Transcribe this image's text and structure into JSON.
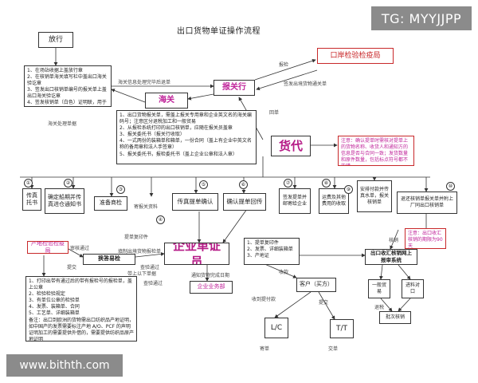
{
  "title": "出口货物单证操作流程",
  "watermarks": {
    "top": "TG: MYYJJPP",
    "bottom": "www.bithth.com"
  },
  "nodes": {
    "fangxing": "放行",
    "port_inspection": "口岸检验检疫局",
    "customs_broker": "报关行",
    "customs": "海关",
    "forwarder": "货代",
    "enterprise_docs": "企业单证员",
    "origin_inspection": "产地检验检疫局",
    "replace_form": "换答易检",
    "customer": "客户（买方）",
    "lc": "L/C",
    "tt": "T/T",
    "online_system": "出口收汇核销网上报审系统",
    "verify": "批次核销",
    "general_trade": "一般贸易",
    "processing_trade": "进料对口",
    "enterprise_dept": "企业业务部"
  },
  "notes": {
    "release_steps": "1、在场站收据上盖放行章\n2、在核销单海关填写栏中盖出口海关验讫章\n3、签发出口核销单编号的报关单上盖出口海关验讫章\n4、签发核销单（白色）证明联，用于出口退税（黄色）证明联用于出口核销（白色）",
    "forwarder_steps": "1、出口货物报关单，需盖上报关专用章和企业英文名的海关编码号；注意区分退税加工和一般贸易\n2、从报检系统打印的出口核销单，应随在报关员盖章\n3、报关委托书（报关行收取）\n4、一式两份的装箱单和箱单，一份合同（盖上有企业中英文名称的备用章和法人手签章）\n5、报关委托书，报检委托书（盖上企业公章和法人章）",
    "forwarder_note": "注意：确认提单时需核对提单上的货物名称、收货人和通知方的信息是否与合同一致；发货数量和原件数量，包括标点符号都不能错",
    "enterprise_items": "1、提单复印件\n2、发票、详细装箱单\n3、产地证",
    "origin_note": "1、打印出带有通过后的带有报检号的报检单，盖上公章\n2、检验检验规定\n3、有单位公章的检验单\n4、发票、装箱单、合同\n5、工艺单、详细装箱单\n备注：出口到欧洲的货物需出口纺织品产地证明，如中国产的发票需要标注产地 A/O、PCF 的声明\n证明加工的需要提供外借的，需要提供纺织品原产地证明",
    "online_note": "注意：出口收汇核销的期限为90天"
  },
  "row_boxes": [
    {
      "num": "①",
      "text": "传真托书"
    },
    {
      "num": "②",
      "text": "确定船期并传真进仓通知书"
    },
    {
      "num": "③",
      "text": "准备商检"
    },
    {
      "num": "④",
      "text": "寄报关资料"
    },
    {
      "num": "⑤",
      "text": "传真提单确认"
    },
    {
      "num": "⑥",
      "text": "确认提单回传"
    },
    {
      "num": "⑦",
      "text": "签发提单并邮寄给企业"
    },
    {
      "num": "⑧",
      "text": "运费及其他费用的收取"
    },
    {
      "num": "⑨",
      "text": "安排付款并传真水单，报关核销单"
    },
    {
      "num": "⑩",
      "text": "退还核销单报关单并附上厂同出口核销单"
    }
  ],
  "edge_labels": {
    "customs_to_broker": "海关信息处理完毕后退单",
    "broker_to_port": "报检",
    "port_to_broker": "签发出境货物通关单",
    "broker_feedback": "回单",
    "customs_pay": "海关处理单据",
    "confirm": "核销",
    "inspection_pass": "审核通过",
    "submit": "提交",
    "fill_form": "填制出境货物报检单",
    "pass_checked": "查验通过",
    "notify_delivery": "通知货物完成日期",
    "collect": "收到提付款",
    "submit_tax": "提交",
    "rec_doc": "提单复印件",
    "with": "带上以下单据",
    "pay_info": "收款",
    "refund": "退税",
    "check_release": "查验通过",
    "mail": "寄单",
    "trade_sell": "交单"
  }
}
